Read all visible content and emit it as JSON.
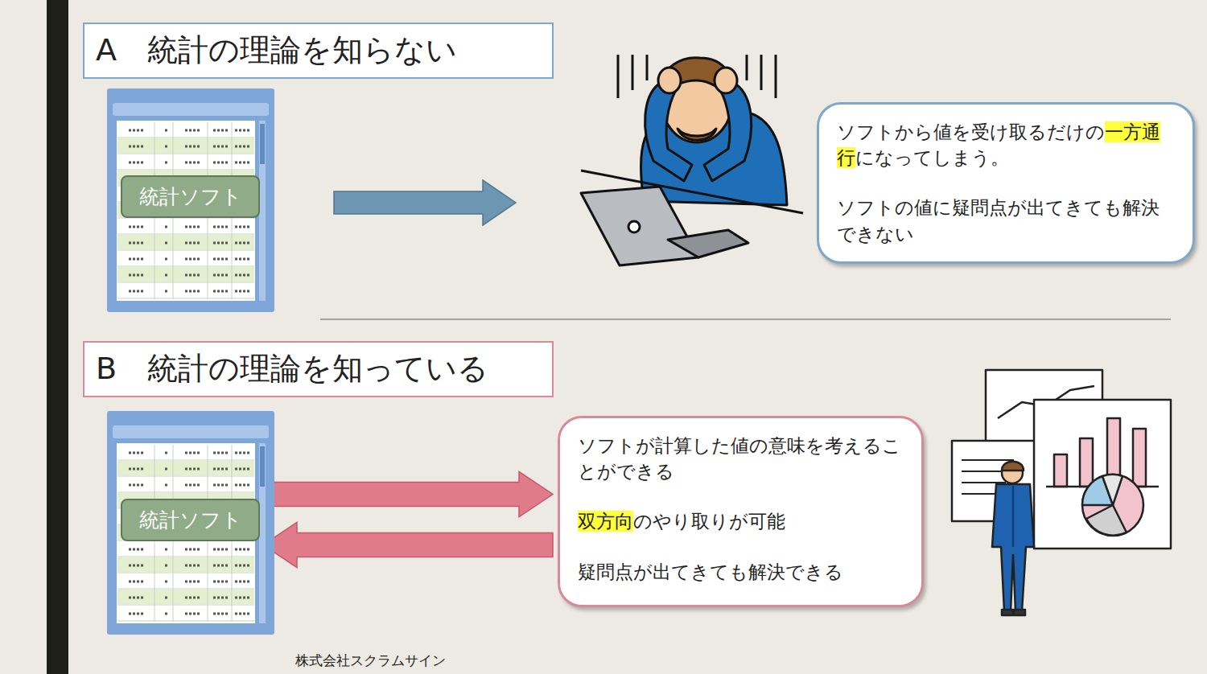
{
  "diagram": {
    "nodes": [
      {
        "text": [
          "A　統計の理論を知らない"
        ]
      },
      {
        "text": [
          "統計ソフト"
        ]
      },
      {
        "text": [
          "ソフトから値を受け取るだけの一方通行になってしまう。",
          "ソフトの値に疑問点が出てきても解決できない"
        ]
      },
      {
        "text": [
          "B　統計の理論を知っている"
        ]
      },
      {
        "text": [
          "統計ソフト"
        ]
      },
      {
        "text": [
          "ソフトが計算した値の意味を考えることができる",
          "双方向のやり取りが可能",
          "疑問点が出てきても解決できる"
        ]
      }
    ],
    "edges": [
      {
        "from": 4,
        "to": 5,
        "arrow": "to"
      },
      {
        "from": 5,
        "to": 4,
        "arrow": "to"
      }
    ],
    "labels": [
      "株式会社スクラムサイン"
    ]
  }
}
